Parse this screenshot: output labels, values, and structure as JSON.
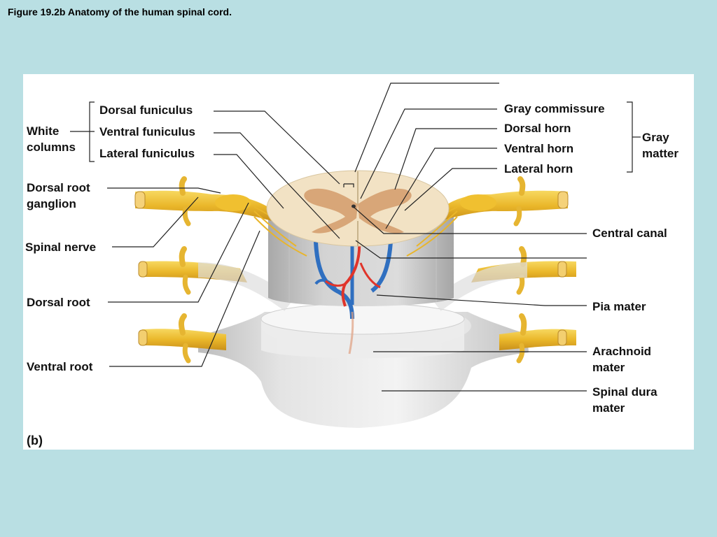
{
  "figure_title": "Figure 19.2b  Anatomy of the human spinal cord.",
  "panel_letter": "(b)",
  "labels": {
    "dorsal_funiculus": "Dorsal funiculus",
    "ventral_funiculus": "Ventral funiculus",
    "lateral_funiculus": "Lateral funiculus",
    "white_columns": "White\ncolumns",
    "dorsal_root_ganglion": "Dorsal root\nganglion",
    "spinal_nerve": "Spinal nerve",
    "dorsal_root": "Dorsal root",
    "ventral_root": "Ventral root",
    "gray_commissure": "Gray commissure",
    "dorsal_horn": "Dorsal horn",
    "ventral_horn": "Ventral horn",
    "lateral_horn": "Lateral horn",
    "gray_matter": "Gray\nmatter",
    "central_canal": "Central canal",
    "pia_mater": "Pia mater",
    "arachnoid_mater": "Arachnoid\nmater",
    "spinal_dura_mater": "Spinal dura\nmater"
  },
  "colors": {
    "background": "#b9dfe3",
    "nerve": "#f0c030",
    "white_matter": "#f2e2c4",
    "gray_matter": "#d8a678",
    "dura": "#d9d9d9",
    "artery": "#e0342a",
    "vein": "#2f6fc0"
  }
}
